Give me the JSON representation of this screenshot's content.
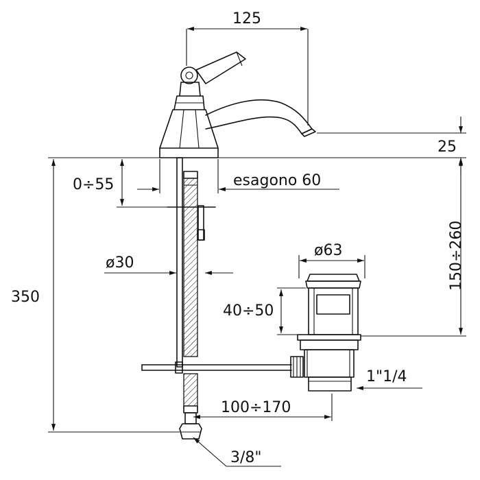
{
  "dimensions": {
    "width_top": "125",
    "spout_height": "25",
    "deck_thickness": "0÷55",
    "hexagon": "esagono 60",
    "pipe_diameter": "ø30",
    "total_height": "350",
    "waste_range": "150÷260",
    "plug_diameter": "ø63",
    "plug_height": "40÷50",
    "waste_thread": "1\"1/4",
    "rod_distance": "100÷170",
    "connection": "3/8\""
  },
  "colors": {
    "line": "#111111",
    "background": "#ffffff"
  }
}
